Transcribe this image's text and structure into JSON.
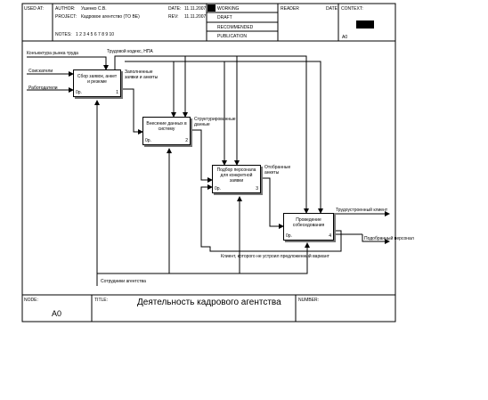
{
  "header": {
    "used_at_label": "USED AT:",
    "author_label": "AUTHOR:",
    "author_value": "Ушенко С.В.",
    "project_label": "PROJECT:",
    "project_value": "Кадровое агентство (TO BE)",
    "date_label": "DATE:",
    "date_value": "11.11.2007",
    "rev_label": "REV:",
    "rev_value": "11.11.2007",
    "notes_label": "NOTES:",
    "notes_numbers": "1 2 3 4 5 6 7 8 9 10",
    "status_items": [
      "WORKING",
      "DRAFT",
      "RECOMMENDED",
      "PUBLICATION"
    ],
    "reader_label": "READER",
    "reader_date_label": "DATE",
    "context_label": "CONTEXT:",
    "context_node": "A0"
  },
  "boxes": [
    {
      "label": "Сбор заявок, анкет и резюме",
      "cost": "0р.",
      "number": "1"
    },
    {
      "label": "Внесение данных в систему",
      "cost": "0р.",
      "number": "2"
    },
    {
      "label": "Подбор персонала для конкретной заявки",
      "cost": "0р.",
      "number": "3"
    },
    {
      "label": "Проведение собеседования",
      "cost": "0р.",
      "number": "4"
    }
  ],
  "arrows": {
    "labor_market": "Конъюктура рынка труда",
    "labor_code": "Трудовой кодекс, НПА",
    "job_seekers": "Соискатели",
    "employers": "Работодатели",
    "filled_forms": "Заполненные заявки и анкеты",
    "structured_data": "Структурированные данные",
    "selected_forms": "Отобранные анкеты",
    "employed_client": "Трудоустроенный клиент",
    "selected_staff": "Подобранный персонал",
    "client_not_satisfied": "Клиент, которого не устроил предложенный вариант",
    "agency_staff": "Сотрудники агентства"
  },
  "footer": {
    "node_label": "NODE:",
    "node_value": "A0",
    "title_label": "TITLE:",
    "title_value": "Деятельность кадрового агентства",
    "number_label": "NUMBER:"
  }
}
